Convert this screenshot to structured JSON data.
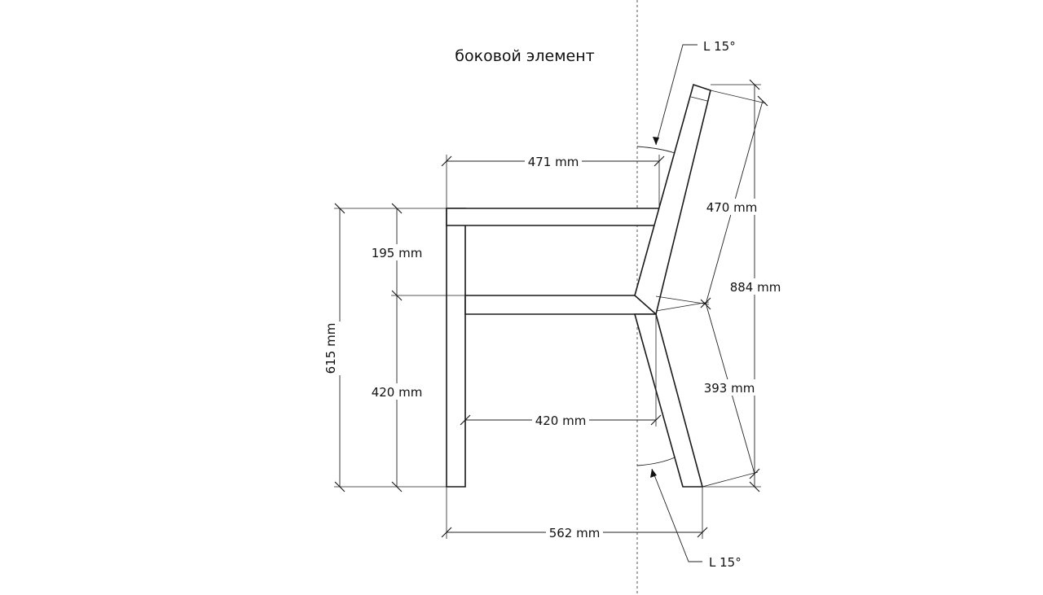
{
  "title": "боковой элемент",
  "angles": {
    "top": "L 15°",
    "bottom": "L 15°"
  },
  "dimensions": {
    "seat_depth_top": "471 mm",
    "backrest_upper": "470 mm",
    "overall_height_back": "884 mm",
    "backrest_lower": "393 mm",
    "armrest_gap": "195 mm",
    "overall_height_front": "615 mm",
    "leg_height": "420 mm",
    "seat_depth_inner": "420 mm",
    "overall_depth": "562 mm"
  },
  "colors": {
    "line": "#1a1a1a",
    "background": "#ffffff"
  }
}
